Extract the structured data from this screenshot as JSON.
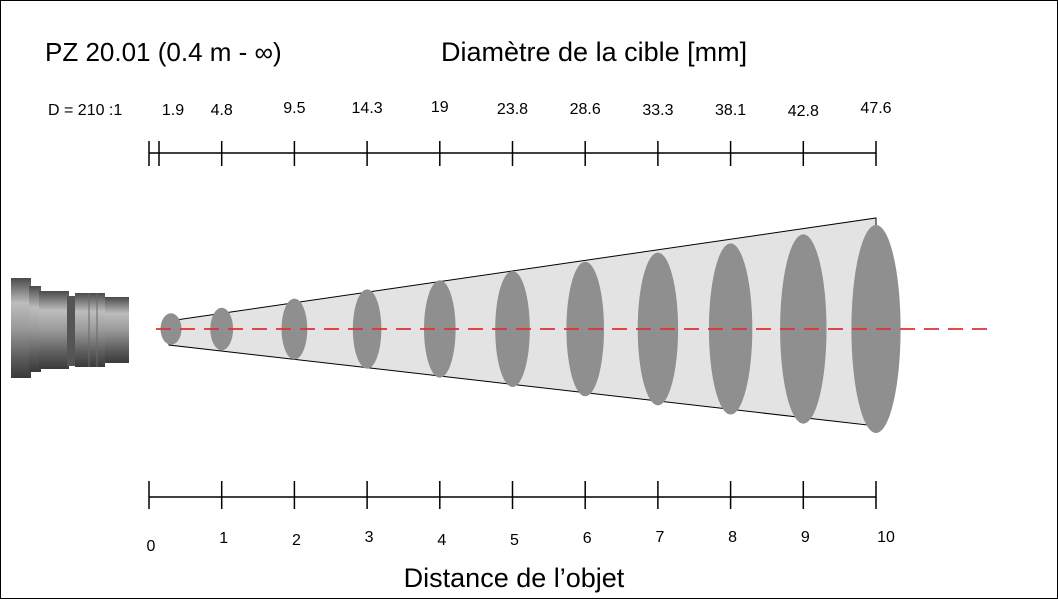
{
  "header": {
    "model": "PZ 20.01 (0.4 m - ∞)",
    "title": "Diamètre de la cible [mm]"
  },
  "ratio_label": "D = 210 :1",
  "target_diameters_mm": [
    "1.9",
    "4.8",
    "9.5",
    "14.3",
    "19",
    "23.8",
    "28.6",
    "33.3",
    "38.1",
    "42.8",
    "47.6"
  ],
  "distances_m": [
    "0",
    "1",
    "2",
    "3",
    "4",
    "5",
    "6",
    "7",
    "8",
    "9",
    "10"
  ],
  "axis_label": "Distance de l’objet",
  "colors": {
    "cone_fill": "#e3e3e3",
    "spot_fill": "#8f8f8f",
    "axis_line": "#e03030",
    "sensor_body": "#7a7a7a"
  },
  "icons": {
    "sensor": "pyrometer-lens-icon"
  }
}
